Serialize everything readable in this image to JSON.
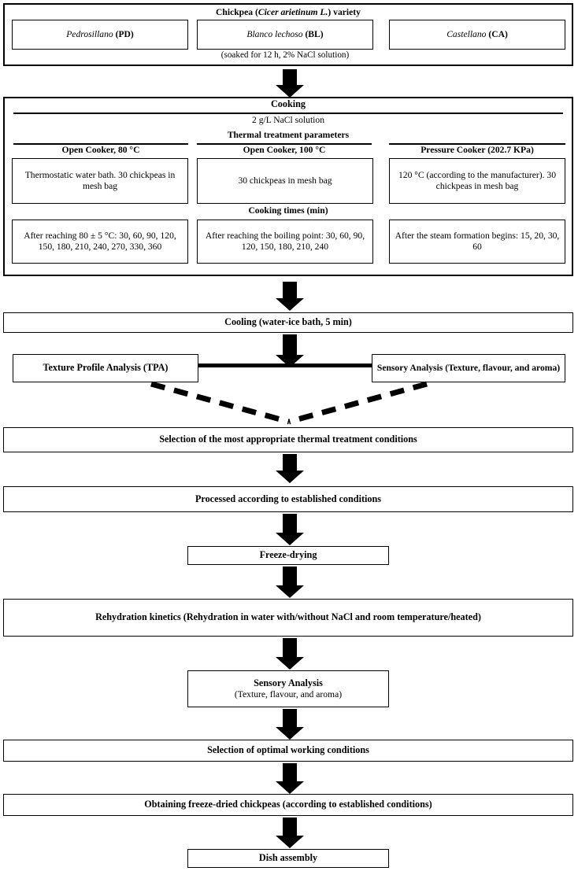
{
  "flowchart": {
    "title": "Chickpea variety processing and analysis flowchart",
    "variety_panel": {
      "header": "Chickpea (Cicer arietinum L.) variety",
      "header_plain_1": "Chickpea (",
      "header_italic": "Cicer arietinum L.",
      "header_plain_2": ") variety",
      "varieties": [
        {
          "name": "Pedrosillano",
          "code": "(PD)"
        },
        {
          "name": "Blanco lechoso",
          "code": "(BL)"
        },
        {
          "name": "Castellano",
          "code": "(CA)"
        }
      ],
      "footnote": "(soaked for 12 h, 2% NaCl solution)"
    },
    "cooking_panel": {
      "title": "Cooking",
      "solution": "2 g/L NaCl solution",
      "parameters_header": "Thermal treatment parameters",
      "cooking_times_header": "Cooking times (min)",
      "columns": [
        {
          "header": "Open Cooker, 80 °C",
          "method": "Thermostatic water bath. 30 chickpeas in mesh bag",
          "times": "After reaching 80 ± 5 °C: 30, 60, 90, 120, 150, 180, 210, 240, 270, 330, 360"
        },
        {
          "header": "Open Cooker, 100 °C",
          "method": "30 chickpeas in mesh bag",
          "times": "After reaching the boiling point: 30, 60, 90, 120, 150, 180, 210, 240"
        },
        {
          "header": "Pressure Cooker (202.7 KPa)",
          "method": "120 °C (according to the manufacturer). 30 chickpeas in mesh bag",
          "times": "After the steam formation begins: 15, 20, 30, 60"
        }
      ]
    },
    "steps": {
      "cooling": "Cooling (water-ice bath, 5 min)",
      "tpa": "Texture Profile Analysis (TPA)",
      "sensory_top": "Sensory Analysis (Texture, flavour, and aroma)",
      "selection_thermal": "Selection of the most appropriate thermal treatment conditions",
      "processed": "Processed according to established conditions",
      "freeze_drying": "Freeze-drying",
      "rehydration": "Rehydration kinetics (Rehydration in water with/without NaCl and room temperature/heated)",
      "sensory_bottom_title": "Sensory Analysis",
      "sensory_bottom_sub": "(Texture, flavour, and aroma)",
      "selection_optimal": "Selection of optimal working conditions",
      "obtaining": "Obtaining freeze-dried chickpeas (according to established conditions)",
      "dish_assembly": "Dish assembly"
    },
    "connectors": {
      "arrow_icon": "down-block-arrow",
      "dashed_icon": "dashed-converging-lines",
      "solid_icon": "solid-horizontal-link"
    },
    "colors": {
      "stroke": "#000000",
      "fill": "#ffffff"
    }
  }
}
